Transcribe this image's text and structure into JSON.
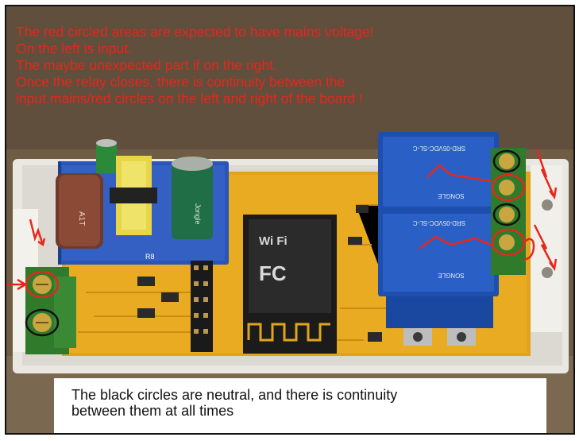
{
  "annotations": {
    "top_lines": [
      "The  red circled areas are expected to have mains voltage!",
      "On the left is input.",
      "The maybe unexpected part if on the right.",
      "Once the relay closes, there is continuity between the",
      "input mains/red circles on the left and right of the board !"
    ],
    "bottom_lines": [
      "The black circles are neutral, and there is continuity",
      "between them at all times"
    ]
  },
  "board_labels": {
    "capacitor_brand": "Jongle",
    "inductor_code": "A1T",
    "resistor_label": "R8",
    "wifi_logo": "Wi Fi",
    "fcc_mark": "FC",
    "relay_top_model": "SRD-05VDC-SL-C",
    "relay_bottom_model": "SRD-05VDC-SL-C",
    "relay_brand": "SONGLE"
  },
  "colors": {
    "annotation_red": "#e8261b",
    "annotation_black": "#121212",
    "pcb_yellow": "#e7a81d",
    "relay_blue": "#1e4fae",
    "terminal_green": "#2f7a2b",
    "enclosure_white": "#eceae4"
  }
}
